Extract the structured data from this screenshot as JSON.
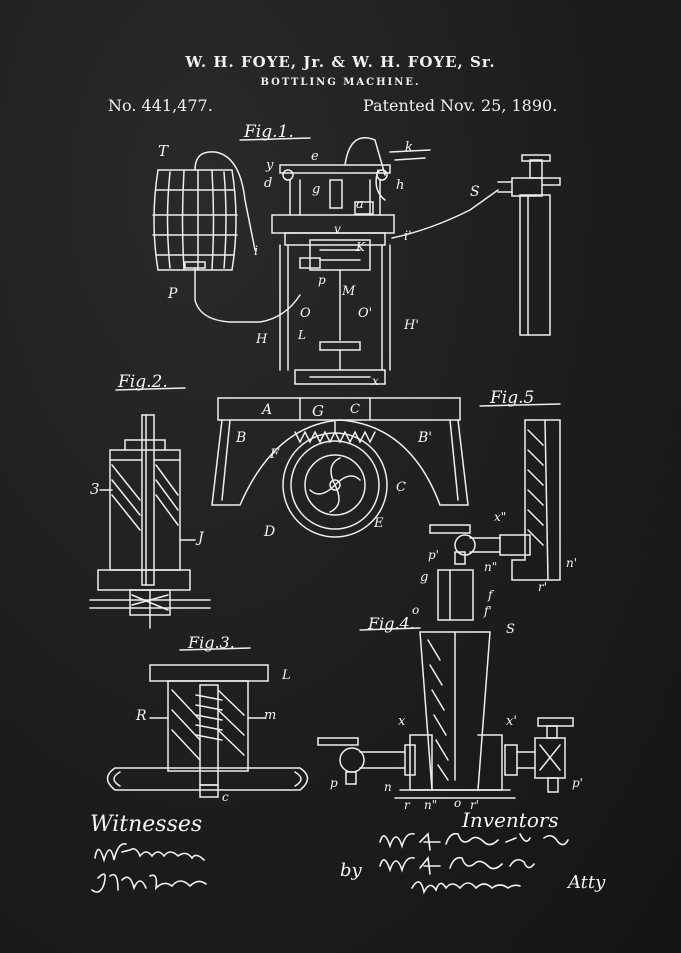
{
  "header": {
    "inventors_line": "W. H. FOYE, Jr. & W. H. FOYE, Sr.",
    "title": "BOTTLING MACHINE.",
    "patent_number": "No. 441,477.",
    "patent_date": "Patented Nov. 25, 1890."
  },
  "figures": {
    "fig1": "Fig.1.",
    "fig2": "Fig.2.",
    "fig3": "Fig.3.",
    "fig4": "Fig.4.",
    "fig5": "Fig.5"
  },
  "labels": {
    "T": "T",
    "y": "y",
    "e": "e",
    "k": "k",
    "d": "d",
    "g": "g",
    "h": "h",
    "S": "S",
    "a": "a",
    "i": "i",
    "v": "v",
    "K": "K",
    "i2": "i'",
    "p": "p",
    "P": "P",
    "M": "M",
    "O": "O",
    "O2": "O'",
    "H": "H",
    "H2": "H'",
    "L": "L",
    "x": "x",
    "A": "A",
    "G": "G",
    "C": "C",
    "B": "B",
    "B2": "B'",
    "F": "F",
    "D": "D",
    "E": "E",
    "C2": "C",
    "n3": "3",
    "J": "J",
    "R": "R",
    "m": "m",
    "L2": "L",
    "c": "c",
    "x2": "x\"",
    "p2": "p'",
    "n": "n\"",
    "n2": "n'",
    "r2": "r'",
    "g2": "g",
    "f": "f",
    "f2": "f'",
    "o": "o",
    "S2": "S",
    "x3": "x",
    "x4": "x'",
    "p3": "p",
    "p4": "p'",
    "b_n": "n",
    "b_r": "r",
    "b_n2": "n\"",
    "b_o": "o",
    "b_r2": "r'"
  },
  "signatures": {
    "witnesses_label": "Witnesses",
    "inventors_label": "Inventors",
    "by": "by",
    "atty": "Atty"
  }
}
